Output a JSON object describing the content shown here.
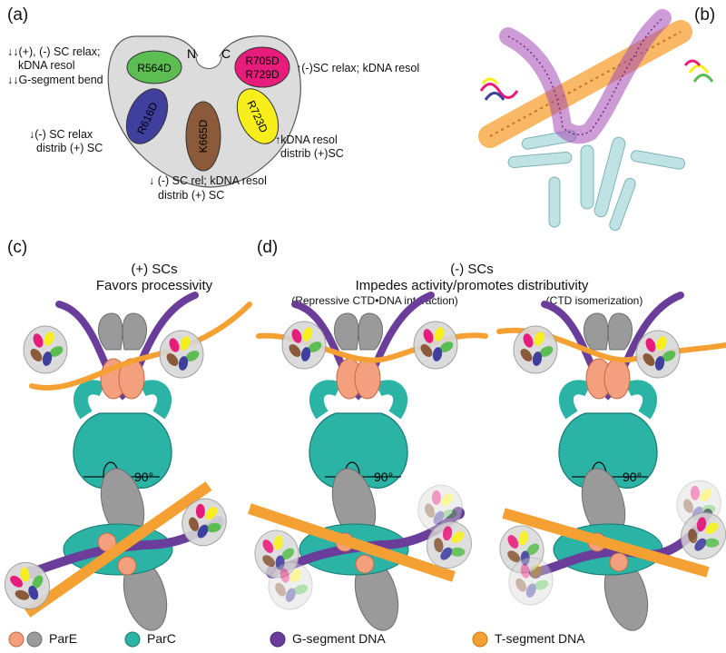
{
  "panels": {
    "a": "(a)",
    "b": "(b)",
    "c": "(c)",
    "d": "(d)"
  },
  "panel_a": {
    "terminus_n": "N",
    "terminus_c": "C",
    "mutants": {
      "r564d": "R564D",
      "r705d": "R705D",
      "r729d": "R729D",
      "r616d": "R616D",
      "k665d": "K665D",
      "r723d": "R723D"
    },
    "notes": {
      "left1": "↓↓(+), (-) SC relax;",
      "left2": "kDNA resol",
      "left3": "↓↓G-segment bend",
      "leftmid1": "↓(-) SC relax",
      "leftmid2": "distrib (+) SC",
      "right1": "↑(-)SC relax; kDNA resol",
      "right2a": "↑kDNA resol",
      "right2b": "distrib (+)SC",
      "bottom1": "↓ (-) SC rel; kDNA resol",
      "bottom2": "distrib (+) SC"
    }
  },
  "panel_c": {
    "title1": "(+) SCs",
    "title2": "Favors processivity",
    "rotation": "90°"
  },
  "panel_d": {
    "title1": "(-) SCs",
    "title2": "Impedes activity/promotes distributivity",
    "sub_left": "(Repressive CTD•DNA interaction)",
    "sub_right": "(CTD isomerization)",
    "rotation": "90°"
  },
  "legend": {
    "parE": "ParE",
    "parC": "ParC",
    "gseg": "G-segment DNA",
    "tseg": "T-segment DNA"
  },
  "colors": {
    "parE_salmon": "#f4a07e",
    "parE_gray": "#9a9a9a",
    "parC": "#2bb3a5",
    "gseg": "#6a3d9a",
    "tseg": "#f5a033",
    "mut_green": "#5bbd52",
    "mut_magenta": "#e81d7b",
    "mut_blue": "#3f3f9e",
    "mut_brown": "#8a5a3a",
    "mut_yellow": "#f7ee1c"
  }
}
